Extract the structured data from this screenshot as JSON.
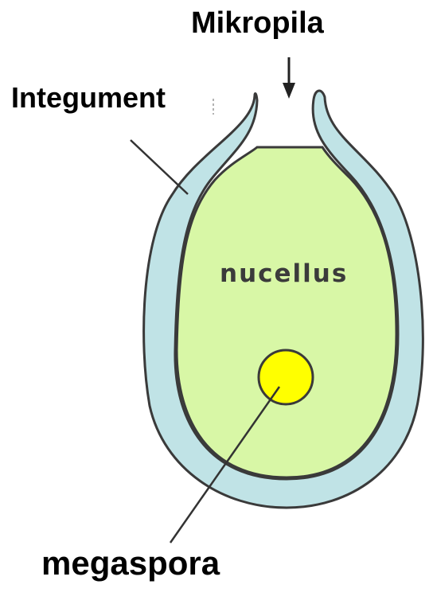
{
  "labels": {
    "micropyle": "Mikropila",
    "integument": "Integument",
    "nucellus": "nucellus",
    "megaspore": "megaspora"
  },
  "colors": {
    "integument_fill": "#c0e3e6",
    "nucellus_fill": "#d8f7a6",
    "megaspore_fill": "#ffff00",
    "outline": "#3a3a3a",
    "text": "#000000"
  }
}
